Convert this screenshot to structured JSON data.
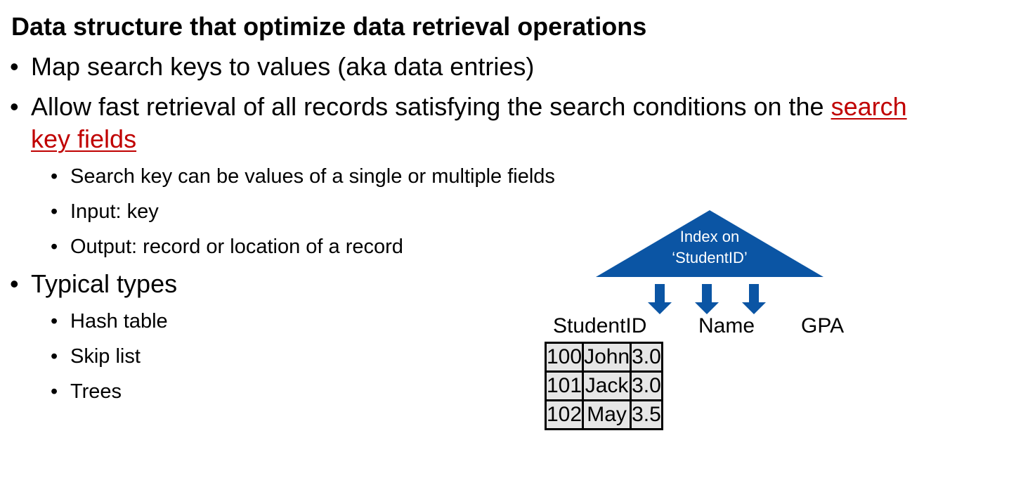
{
  "title": "Data structure that optimize data retrieval operations",
  "bullets": {
    "b1": "Map search keys to values (aka data entries)",
    "b2_part1": "Allow fast retrieval of all records satisfying the search conditions on the ",
    "b2_link1": "search",
    "b2_link2": "key fields",
    "sub": [
      "Search key can be values of a single or multiple fields",
      "Input: key",
      "Output: record or location of a record"
    ],
    "b3": "Typical types",
    "types": [
      "Hash table",
      "Skip list",
      "Trees"
    ]
  },
  "diagram": {
    "index_label_line1": "Index on",
    "index_label_line2": "‘StudentID’",
    "columns": [
      "StudentID",
      "Name",
      "GPA"
    ],
    "rows": [
      [
        "100",
        "John",
        "3.0"
      ],
      [
        "101",
        "Jack",
        "3.0"
      ],
      [
        "102",
        "May",
        "3.5"
      ]
    ],
    "colors": {
      "index_fill": "#0b55a4",
      "link": "#c00000",
      "cell_fill": "#e6e6e6"
    }
  }
}
